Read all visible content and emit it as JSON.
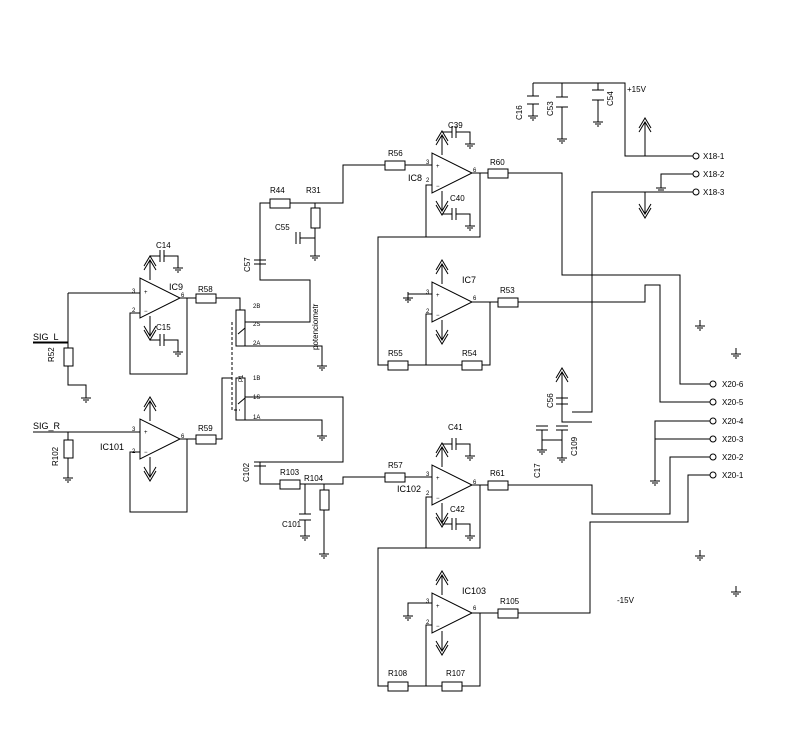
{
  "supply": {
    "plus": "+15V",
    "minus": "-15V"
  },
  "signals": {
    "left": "SIG_L",
    "right": "SIG_R"
  },
  "pot": {
    "label": "potenciometr",
    "p1": "P1",
    "pins": [
      "2B",
      "2S",
      "2A",
      "1B",
      "1S",
      "1A"
    ]
  },
  "opamps": [
    {
      "name": "IC9"
    },
    {
      "name": "IC101"
    },
    {
      "name": "IC8"
    },
    {
      "name": "IC7"
    },
    {
      "name": "IC102"
    },
    {
      "name": "IC103"
    }
  ],
  "resistors": [
    "R52",
    "R102",
    "R58",
    "R59",
    "R44",
    "R31",
    "R56",
    "R60",
    "R53",
    "R55",
    "R54",
    "R103",
    "R104",
    "R57",
    "R61",
    "R105",
    "R108",
    "R107"
  ],
  "capacitors": [
    "C14",
    "C15",
    "C57",
    "C55",
    "C39",
    "C40",
    "C16",
    "C53",
    "C54",
    "C56",
    "C17",
    "C109",
    "C102",
    "C101",
    "C41",
    "C42"
  ],
  "connectors": {
    "x18": [
      "X18-1",
      "X18-2",
      "X18-3"
    ],
    "x20": [
      "X20-6",
      "X20-5",
      "X20-4",
      "X20-3",
      "X20-2",
      "X20-1"
    ]
  }
}
